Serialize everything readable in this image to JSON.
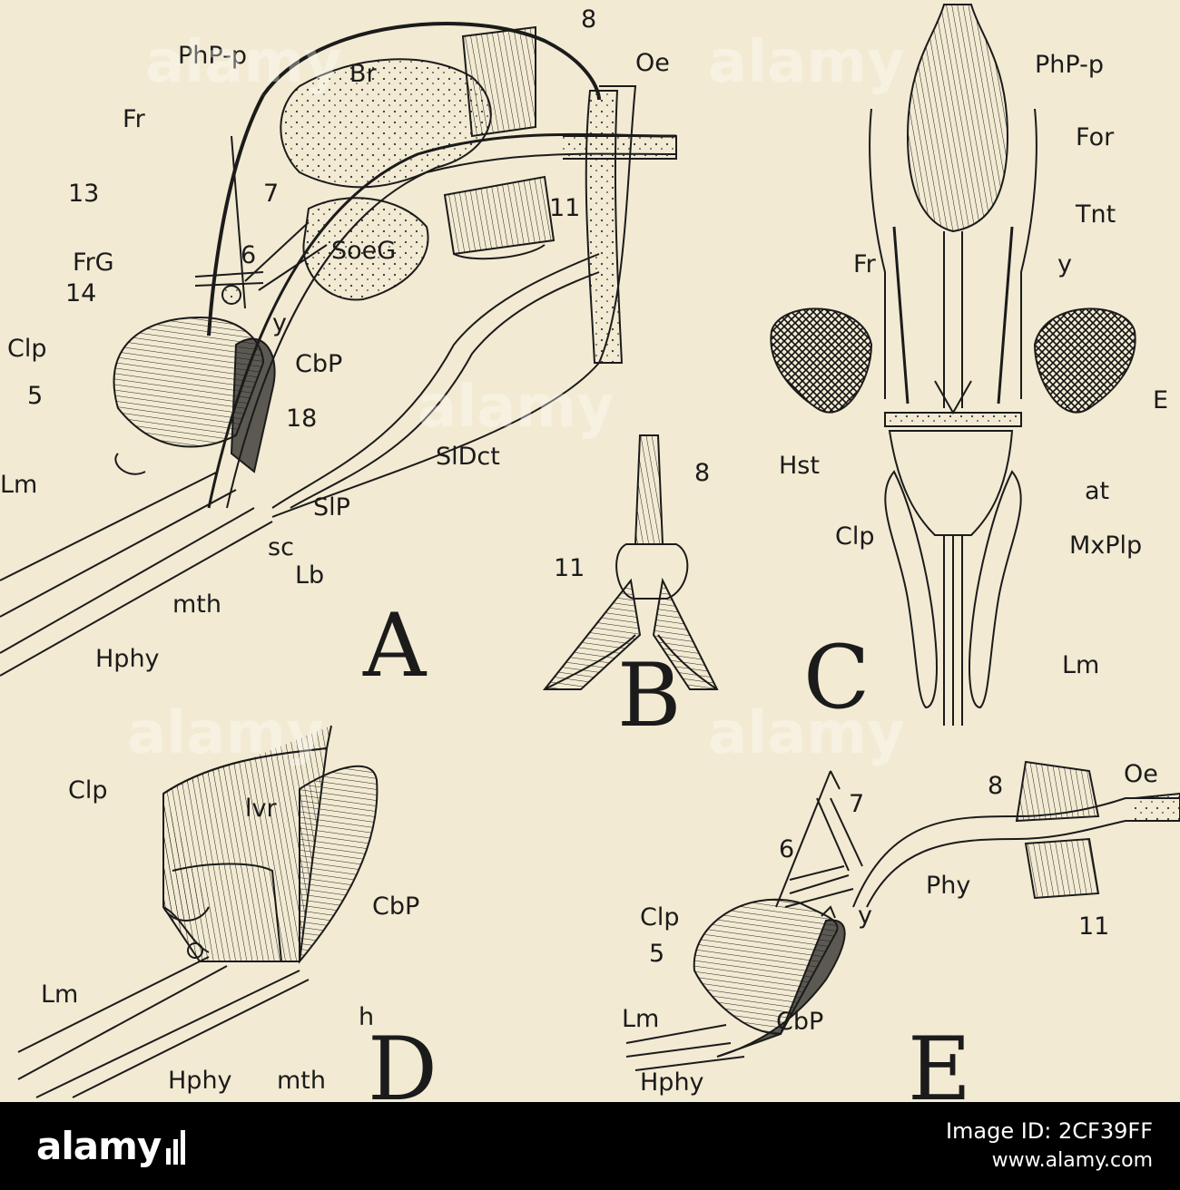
{
  "panels": {
    "A": {
      "letter": "A",
      "labels": [
        "PhP-p",
        "Br",
        "8",
        "Oe",
        "Fr",
        "13",
        "7",
        "11",
        "FrG",
        "6",
        "SoeG",
        "14",
        "y",
        "Clp",
        "CbP",
        "5",
        "18",
        "SlDct",
        "Lm",
        "SlP",
        "sc",
        "Lb",
        "mth",
        "Hphy"
      ]
    },
    "B": {
      "letter": "B",
      "labels": [
        "8",
        "11"
      ]
    },
    "C": {
      "letter": "C",
      "labels": [
        "PhP-p",
        "For",
        "Tnt",
        "Fr",
        "y",
        "E",
        "Hst",
        "at",
        "Clp",
        "MxPlp",
        "Lm"
      ]
    },
    "D": {
      "letter": "D",
      "labels": [
        "Clp",
        "lvr",
        "CbP",
        "Lm",
        "h",
        "Hphy",
        "mth"
      ]
    },
    "E": {
      "letter": "E",
      "labels": [
        "8",
        "Oe",
        "7",
        "6",
        "Phy",
        "y",
        "Clp",
        "5",
        "11",
        "Lm",
        "CbP",
        "Hphy"
      ]
    }
  },
  "stock": {
    "logo": "alamy",
    "image_id": "Image ID: 2CF39FF",
    "url": "www.alamy.com",
    "watermark": "alamy"
  },
  "colors": {
    "paper": "#f2ead2",
    "ink": "#1b1b1b",
    "bar": "#000000"
  }
}
